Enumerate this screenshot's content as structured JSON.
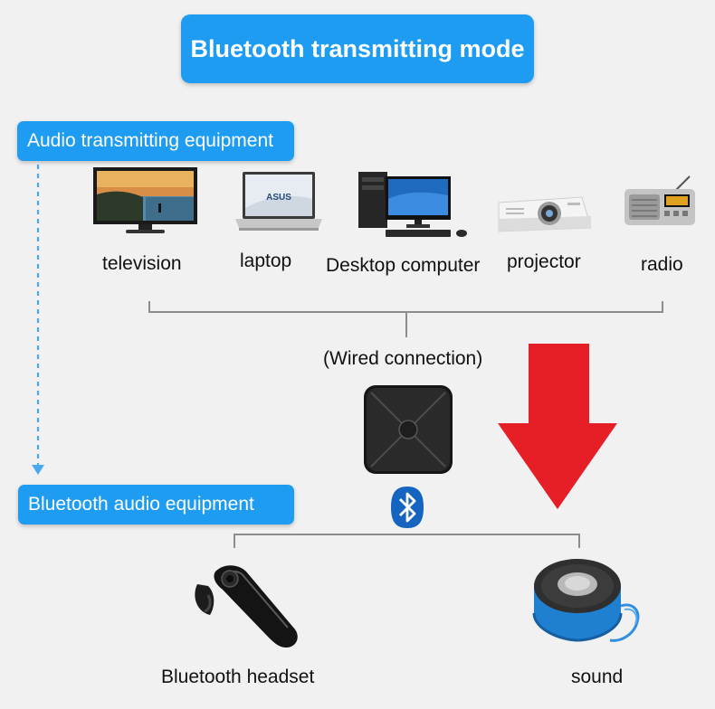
{
  "title": "Bluetooth transmitting mode",
  "sections": {
    "transmitting": "Audio transmitting equipment",
    "receiving": "Bluetooth audio equipment"
  },
  "devices": [
    {
      "label": "television",
      "icon": "television-icon"
    },
    {
      "label": "laptop",
      "icon": "laptop-icon"
    },
    {
      "label": "Desktop computer",
      "icon": "desktop-computer-icon"
    },
    {
      "label": "projector",
      "icon": "projector-icon"
    },
    {
      "label": "radio",
      "icon": "radio-icon"
    }
  ],
  "connection": "(Wired connection)",
  "receivers": [
    {
      "label": "Bluetooth headset",
      "icon": "headset-icon"
    },
    {
      "label": "sound",
      "icon": "speaker-icon"
    }
  ],
  "colors": {
    "accent": "#1e9cf2",
    "arrow": "#e61e25",
    "bluetooth": "#1564c0"
  }
}
